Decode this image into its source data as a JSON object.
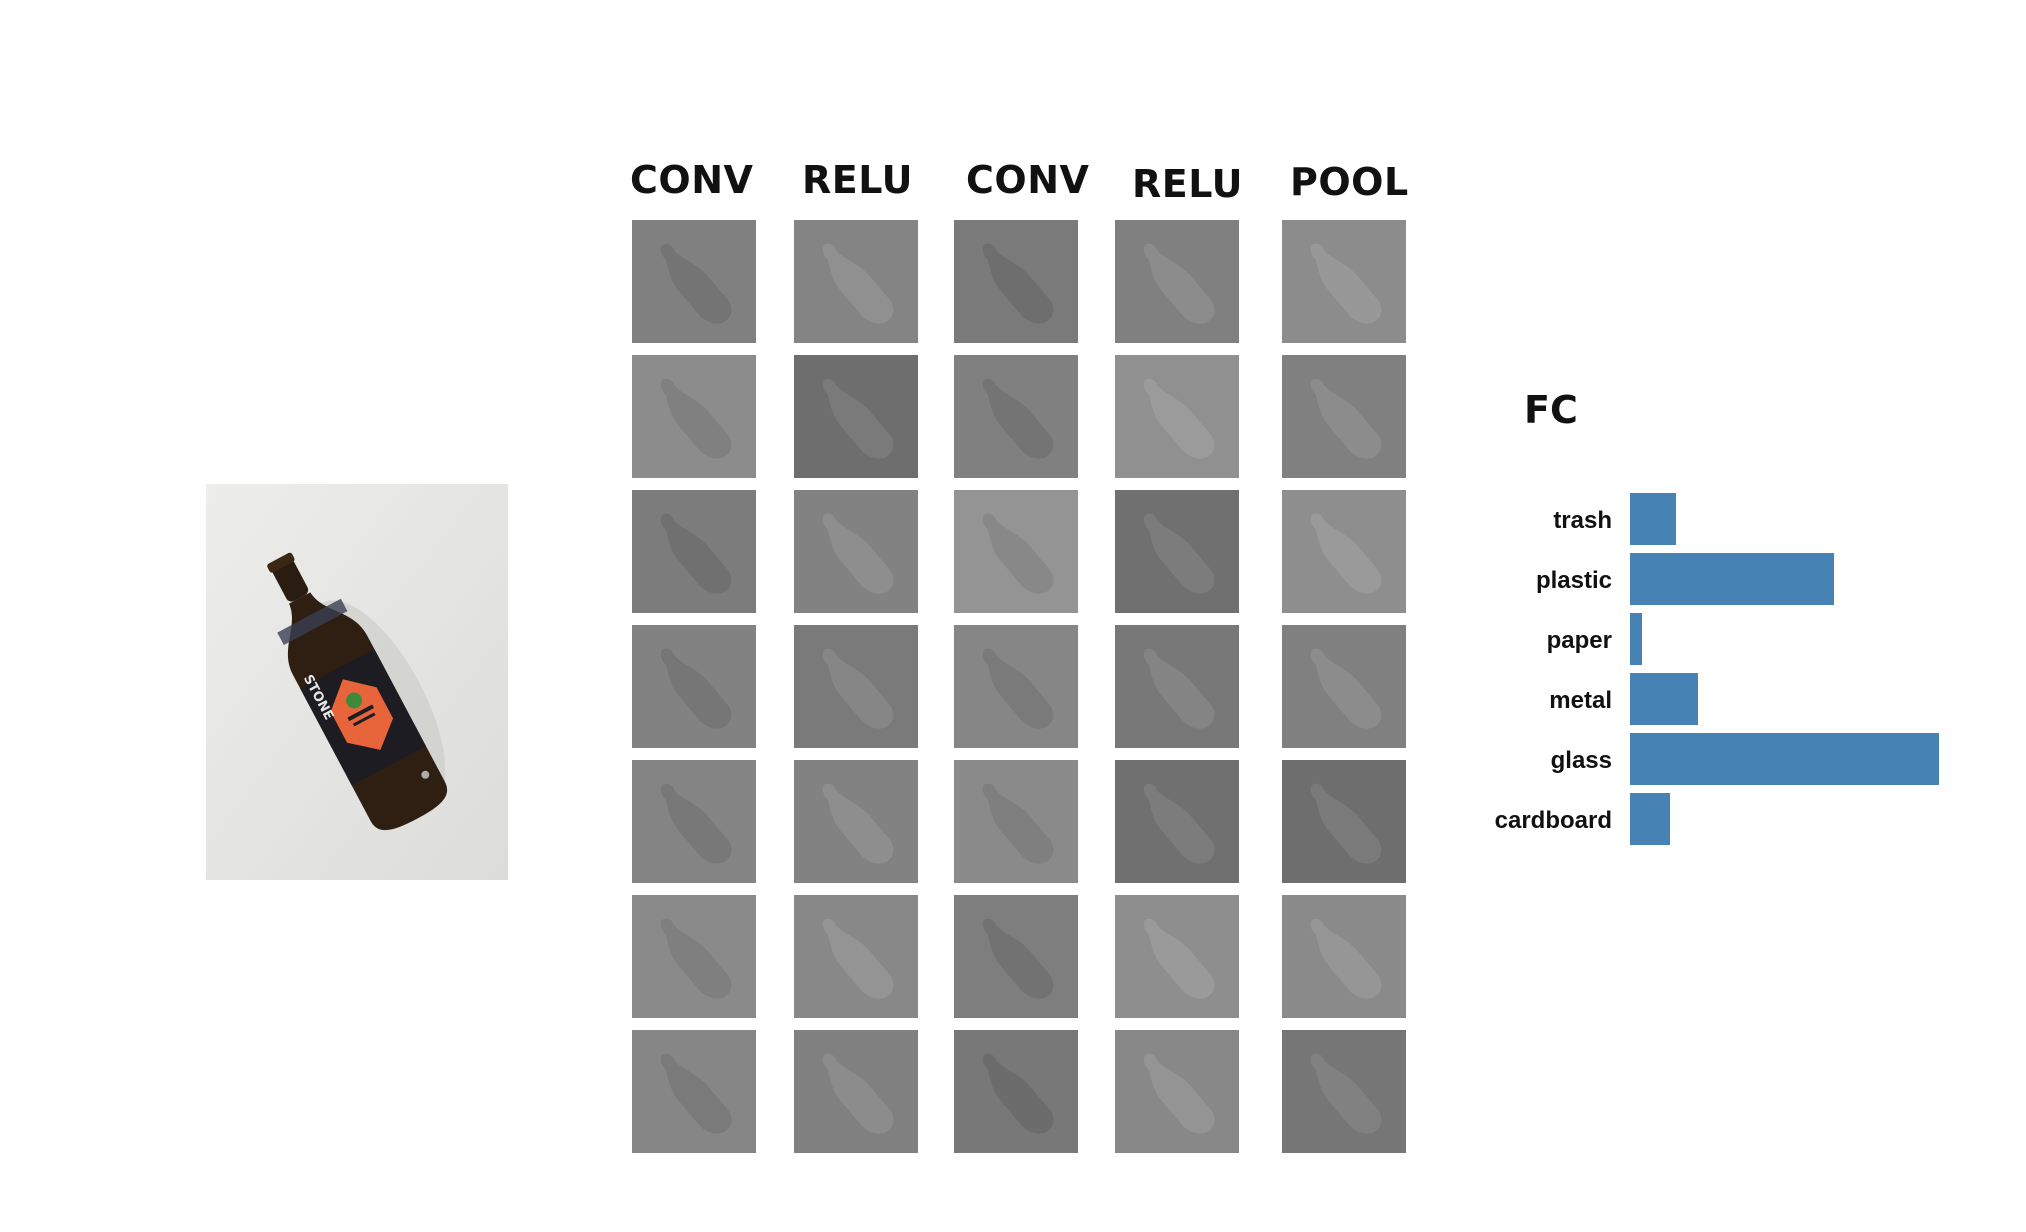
{
  "input_image": {
    "label_text": "STONE"
  },
  "layers": [
    {
      "label": "CONV"
    },
    {
      "label": "RELU"
    },
    {
      "label": "CONV"
    },
    {
      "label": "RELU"
    },
    {
      "label": "POOL"
    }
  ],
  "feature_map_rows": 7,
  "fc": {
    "title": "FC",
    "bar_color": "#4682b4",
    "classes": [
      {
        "label": "trash",
        "value": 0.15
      },
      {
        "label": "plastic",
        "value": 0.66
      },
      {
        "label": "paper",
        "value": 0.04
      },
      {
        "label": "metal",
        "value": 0.22
      },
      {
        "label": "glass",
        "value": 1.0
      },
      {
        "label": "cardboard",
        "value": 0.13
      }
    ]
  }
}
